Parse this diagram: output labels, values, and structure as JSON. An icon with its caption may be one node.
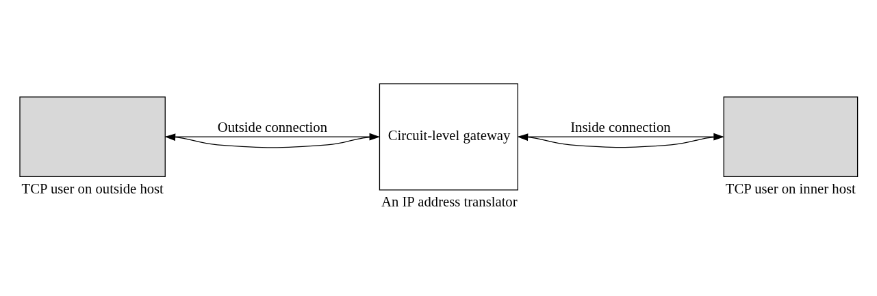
{
  "diagram": {
    "nodes": [
      {
        "text": [],
        "shape": "box",
        "beside": [
          "TCP user on outside host"
        ]
      },
      {
        "text": [
          "Circuit-level gateway"
        ],
        "beside": [
          "An IP address translator"
        ]
      },
      {
        "text": [],
        "shape": "box",
        "beside": [
          "TCP user on inner host"
        ]
      }
    ],
    "edges": [
      {
        "from": 0,
        "to": 1,
        "arrow": "to",
        "label": "Outside connection"
      },
      {
        "from": 1,
        "to": 0,
        "arrow": "to"
      },
      {
        "from": 1,
        "to": 2,
        "arrow": "to",
        "label": "Inside connection"
      },
      {
        "from": 2,
        "to": 1,
        "arrow": "to"
      }
    ]
  }
}
